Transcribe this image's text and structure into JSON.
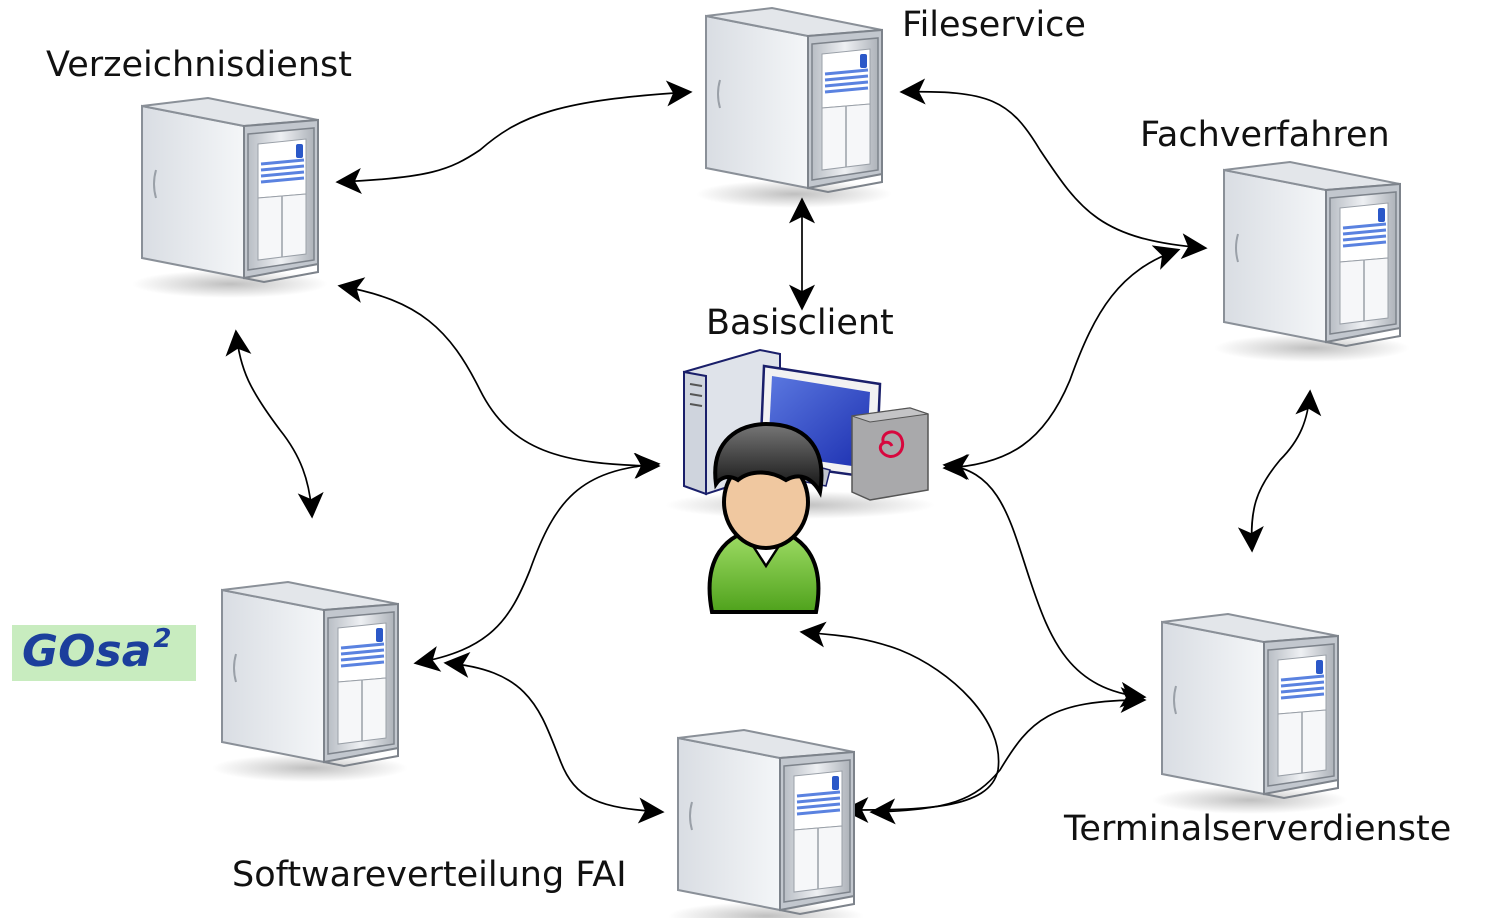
{
  "labels": {
    "verzeichnisdienst": "Verzeichnisdienst",
    "fileservice": "Fileservice",
    "fachverfahren": "Fachverfahren",
    "basisclient": "Basisclient",
    "terminal": "Terminalserverdienste",
    "software": "Softwareverteilung FAI"
  },
  "logo": {
    "text": "GOsa",
    "superscript": "2"
  },
  "nodes": [
    {
      "id": "verzeichnisdienst",
      "icon": "server-tower-icon"
    },
    {
      "id": "fileservice",
      "icon": "server-tower-icon"
    },
    {
      "id": "fachverfahren",
      "icon": "server-tower-icon"
    },
    {
      "id": "gosa",
      "icon": "server-tower-icon"
    },
    {
      "id": "software",
      "icon": "server-tower-icon"
    },
    {
      "id": "terminal",
      "icon": "server-tower-icon"
    },
    {
      "id": "basisclient",
      "icon": "user-workstation-icon"
    }
  ],
  "edges": [
    {
      "from": "verzeichnisdienst",
      "to": "fileservice"
    },
    {
      "from": "fileservice",
      "to": "fachverfahren"
    },
    {
      "from": "fileservice",
      "to": "basisclient"
    },
    {
      "from": "verzeichnisdienst",
      "to": "basisclient"
    },
    {
      "from": "verzeichnisdienst",
      "to": "gosa"
    },
    {
      "from": "fachverfahren",
      "to": "basisclient"
    },
    {
      "from": "fachverfahren",
      "to": "terminal"
    },
    {
      "from": "gosa",
      "to": "basisclient"
    },
    {
      "from": "gosa",
      "to": "software"
    },
    {
      "from": "software",
      "to": "terminal"
    },
    {
      "from": "basisclient",
      "to": "terminal"
    },
    {
      "from": "software",
      "to": "basisclient"
    }
  ]
}
